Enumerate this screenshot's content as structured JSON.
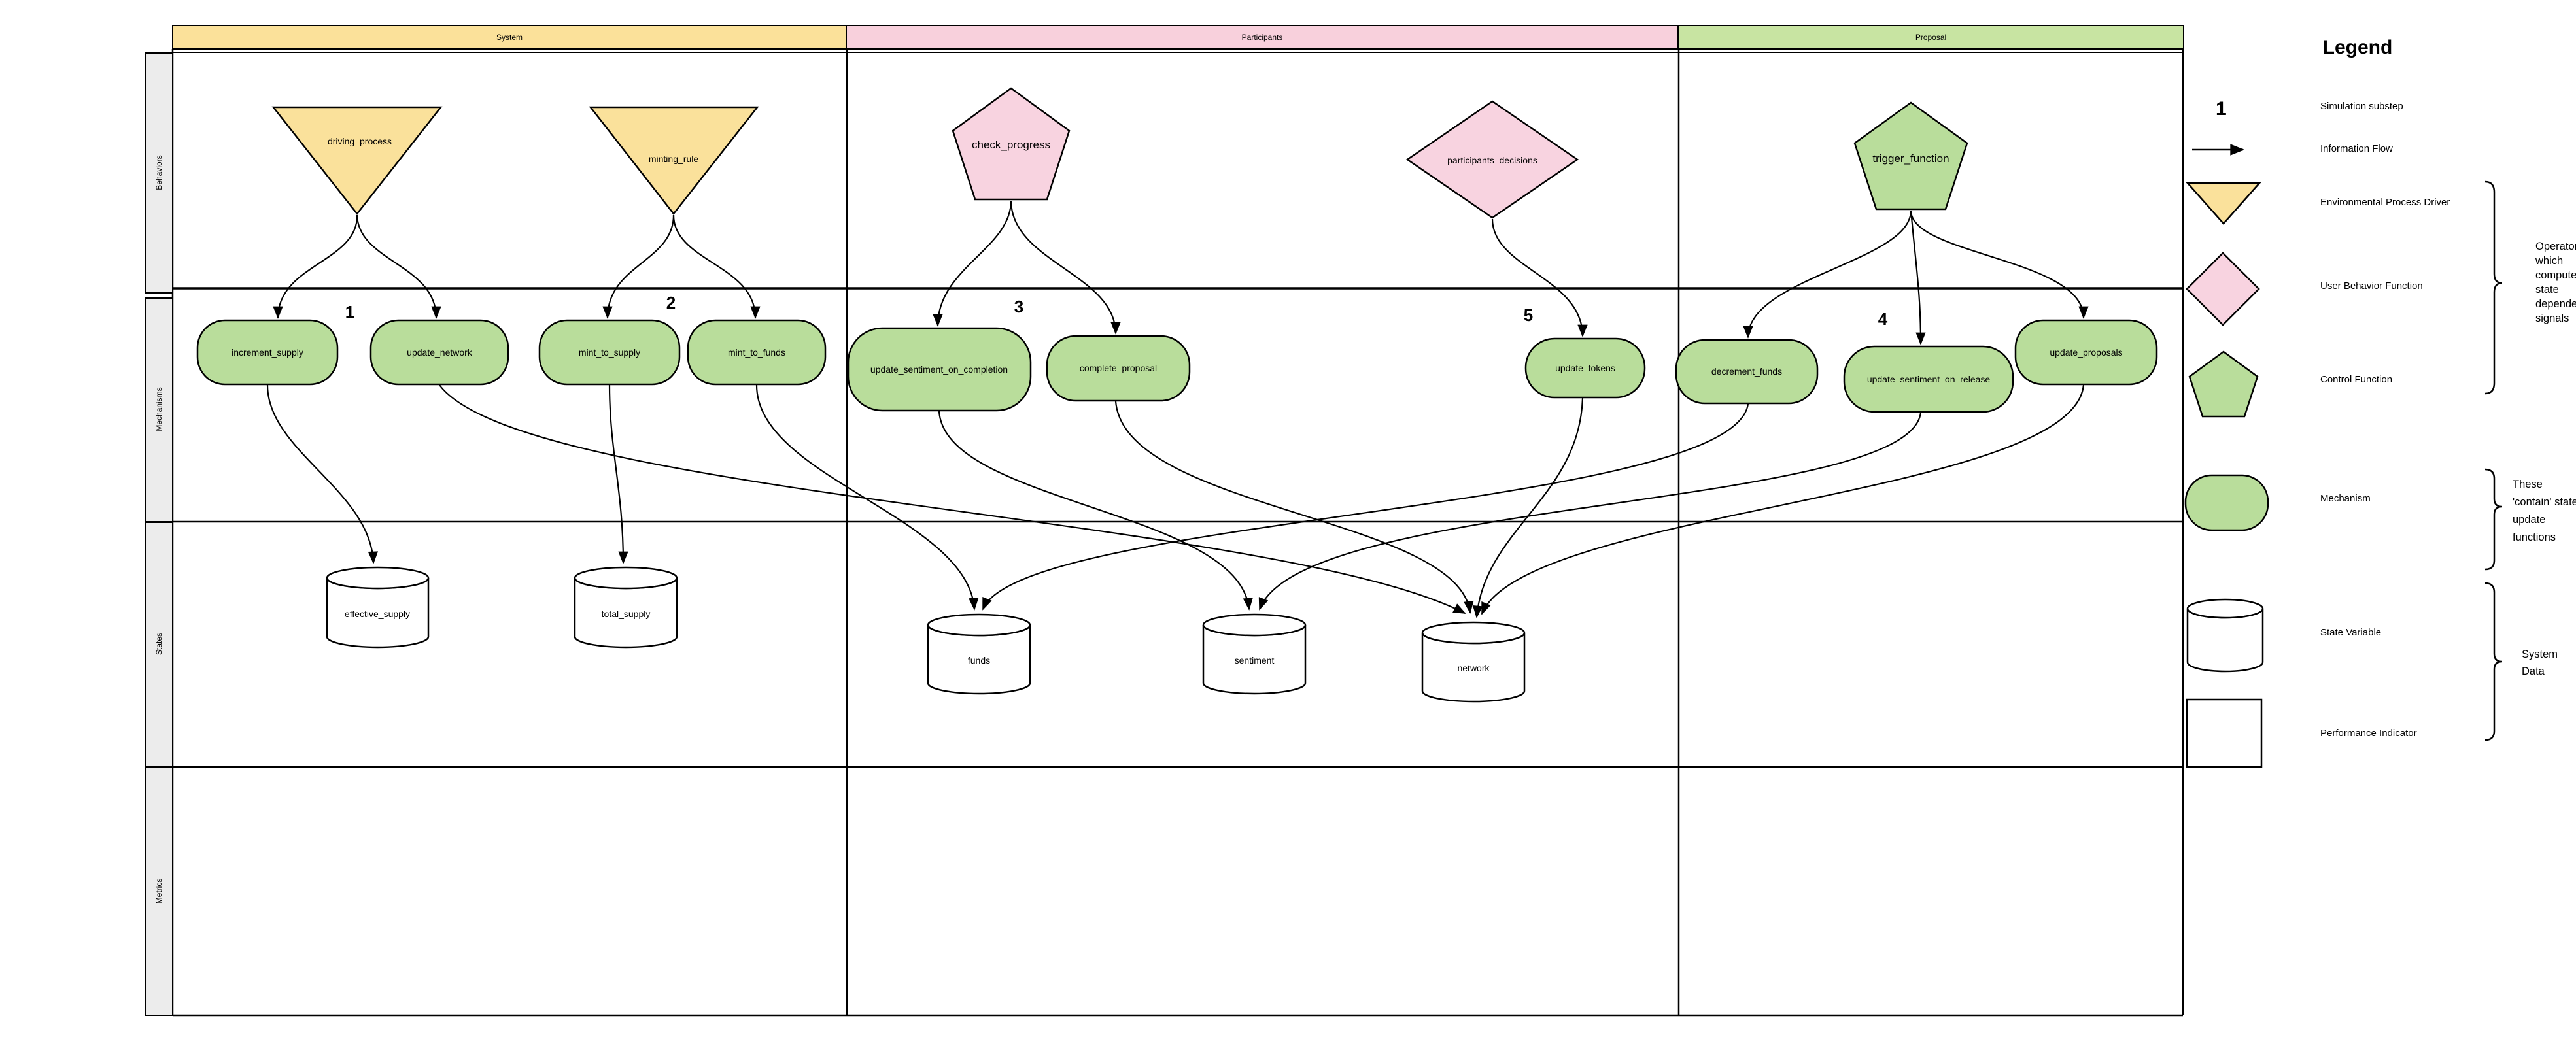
{
  "columns": [
    {
      "label": "System",
      "color": "#FBE19A"
    },
    {
      "label": "Participants",
      "color": "#F8D0DC"
    },
    {
      "label": "Proposal",
      "color": "#C8E4A2"
    }
  ],
  "rows": [
    "Behaviors",
    "Mechanisms",
    "States",
    "Metrics"
  ],
  "behaviors": [
    {
      "label": "driving_process",
      "shape": "triangle-down",
      "color": "#FAE19B"
    },
    {
      "label": "minting_rule",
      "shape": "triangle-down",
      "color": "#FAE19B"
    },
    {
      "label": "check_progress",
      "shape": "pentagon",
      "color": "#F8D3E0"
    },
    {
      "label": "participants_decisions",
      "shape": "diamond",
      "color": "#F8D3E0"
    },
    {
      "label": "trigger_function",
      "shape": "pentagon",
      "color": "#B9DD9B"
    }
  ],
  "mechanisms": [
    {
      "label": "increment_supply"
    },
    {
      "label": "update_network"
    },
    {
      "label": "mint_to_supply"
    },
    {
      "label": "mint_to_funds"
    },
    {
      "label": "update_sentiment_on_completion"
    },
    {
      "label": "complete_proposal"
    },
    {
      "label": "update_tokens"
    },
    {
      "label": "decrement_funds"
    },
    {
      "label": "update_sentiment_on_release"
    },
    {
      "label": "update_proposals"
    }
  ],
  "states": [
    {
      "label": "effective_supply"
    },
    {
      "label": "total_supply"
    },
    {
      "label": "funds"
    },
    {
      "label": "sentiment"
    },
    {
      "label": "network"
    }
  ],
  "substeps": [
    "1",
    "2",
    "3",
    "5",
    "4"
  ],
  "mechanism_color": "#B9DD9B",
  "legend": {
    "title": "Legend",
    "items": [
      {
        "symbol": "number-icon",
        "symbol_text": "1",
        "label": "Simulation substep"
      },
      {
        "symbol": "arrow-icon",
        "label": "Information Flow"
      },
      {
        "symbol": "triangle-icon",
        "label": "Environmental Process Driver"
      },
      {
        "symbol": "diamond-icon",
        "label": "User Behavior Function"
      },
      {
        "symbol": "pentagon-icon",
        "label": "Control Function"
      },
      {
        "symbol": "mechanism-icon",
        "label": "Mechanism"
      },
      {
        "symbol": "cylinder-icon",
        "label": "State Variable"
      },
      {
        "symbol": "square-icon",
        "label": "Performance Indicator"
      }
    ],
    "annotations": {
      "operators": "Operators which compute state dependent signals",
      "mechanism_note": "These 'contain' state update functions",
      "system_data": "System Data"
    }
  }
}
